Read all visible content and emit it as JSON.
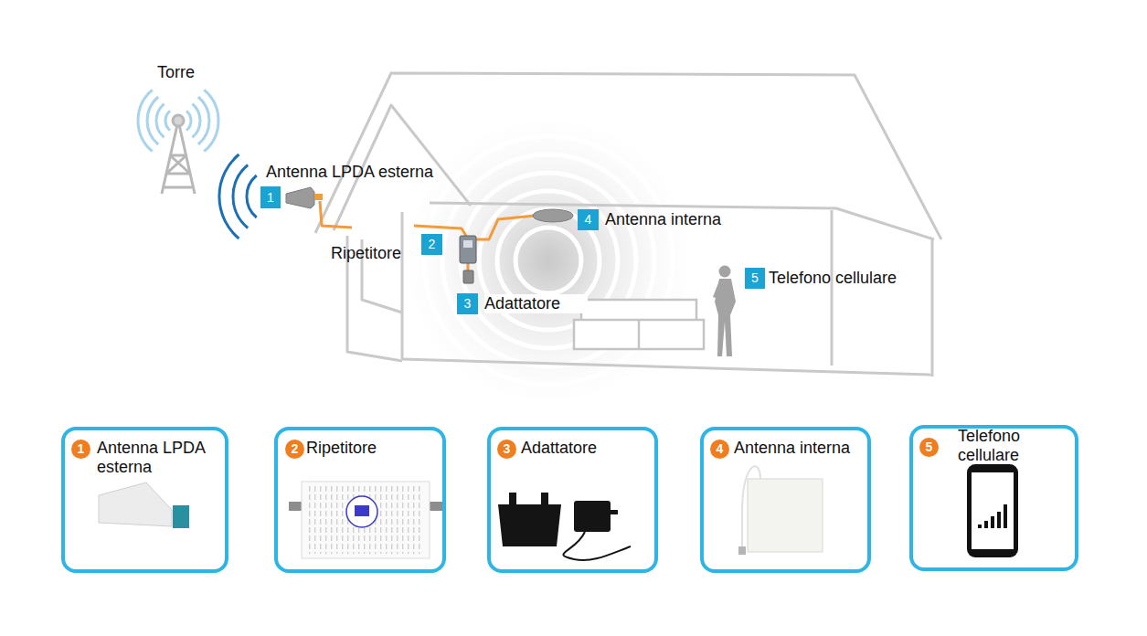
{
  "diagram": {
    "nodes": [
      {
        "text": [
          "1",
          "Antenna LPDA esterna"
        ]
      },
      {
        "text": [
          "2",
          "Ripetitore"
        ]
      },
      {
        "text": [
          "3",
          "Adattatore"
        ]
      },
      {
        "text": [
          "4",
          "Antenna interna"
        ]
      },
      {
        "text": [
          "5",
          "Telefono cellulare"
        ]
      },
      {
        "text": [
          "Antenna LPDA esterna"
        ]
      },
      {
        "text": [
          "1"
        ],
        "in": 5
      },
      {
        "text": [
          "Ripetitore"
        ]
      },
      {
        "text": [
          "2"
        ],
        "in": 7
      },
      {
        "text": [
          "Adattatore"
        ]
      },
      {
        "text": [
          "3"
        ],
        "in": 9
      },
      {
        "text": [
          "Antenna interna"
        ]
      },
      {
        "text": [
          "4"
        ],
        "in": 11
      },
      {
        "text": [
          "Telefono cellulare"
        ]
      },
      {
        "text": [
          "5"
        ],
        "in": 13
      }
    ],
    "labels": [
      "Torre"
    ]
  }
}
